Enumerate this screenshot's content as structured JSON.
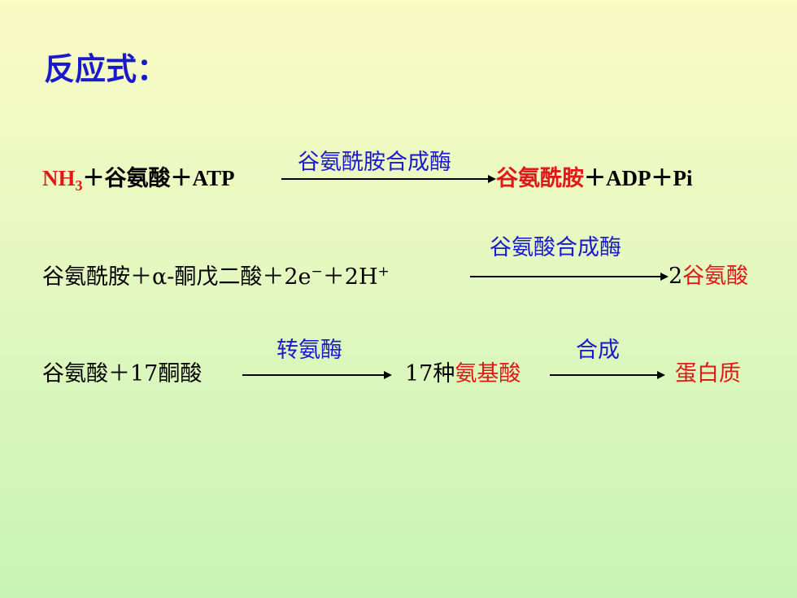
{
  "title": "反应式：",
  "eq1": {
    "nh3": "NH",
    "nh3_sub": "3",
    "reactants": "＋谷氨酸＋ATP",
    "enzyme": "谷氨酰胺合成酶",
    "product_red": "谷氨酰胺",
    "products": "＋ADP＋Pi"
  },
  "eq2": {
    "reactants_a": "谷氨酰胺＋α-酮戊二酸＋2e",
    "sup_minus": "−",
    "reactants_b": "＋2H",
    "sup_plus": "+",
    "enzyme": "谷氨酸合成酶",
    "coef": "2",
    "product_red": "谷氨酸"
  },
  "eq3": {
    "reactants": "谷氨酸＋17酮酸",
    "enzyme1": "转氨酶",
    "middle": "17种",
    "middle_red": "氨基酸",
    "enzyme2": "合成",
    "product_red": "蛋白质"
  },
  "colors": {
    "red": "#e01818",
    "blue": "#1a1acc",
    "background_top": "#fbfbc4",
    "background_bottom": "#c8f4b4"
  }
}
